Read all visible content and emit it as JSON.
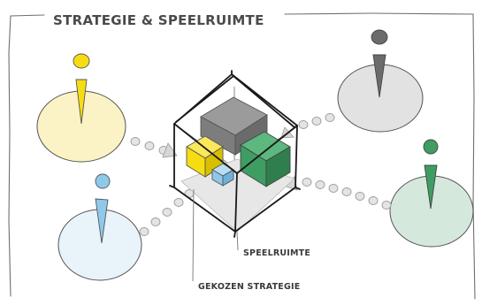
{
  "title": "STRATEGIE & SPEELRUIMTE",
  "labels": {
    "speelruimte": "SPEELRUIMTE",
    "gekozen_strategie": "GEKOZEN STRATEGIE"
  },
  "colors": {
    "yellow": "#f6dd12",
    "yellow_disc": "#fbf3c5",
    "blue": "#8fc9ea",
    "blue_disc": "#e8f3fa",
    "gray": "#8e8e8e",
    "gray_dark": "#6b6b6b",
    "gray_disc": "#e2e2e2",
    "green": "#3e9d63",
    "green_disc": "#d5e8dc",
    "ink": "#1a1a1a",
    "dot": "#e4e4e4"
  },
  "icons": {
    "frame": "sketch-frame",
    "stakeholders": [
      "person-icon-yellow",
      "person-icon-blue",
      "person-icon-gray",
      "person-icon-green"
    ],
    "center": "isometric-cube-icon"
  }
}
